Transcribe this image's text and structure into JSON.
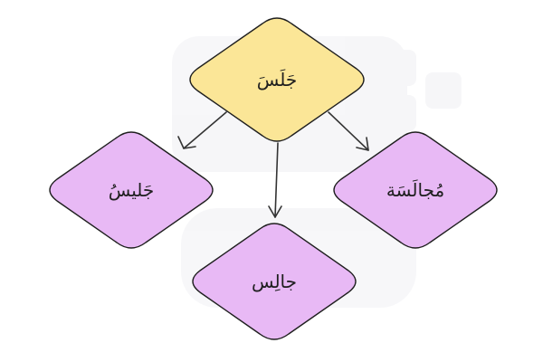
{
  "diagram": {
    "root": {
      "label": "جَلَسَ",
      "color": "#fbe697"
    },
    "children": [
      {
        "label": "جَليسُ",
        "color": "#e8b9f5"
      },
      {
        "label": "جالِس",
        "color": "#e8b9f5"
      },
      {
        "label": "مُجالَسَة",
        "color": "#e8b9f5"
      }
    ],
    "edge_color": "#333333",
    "outline_color": "#1f1f1f"
  }
}
